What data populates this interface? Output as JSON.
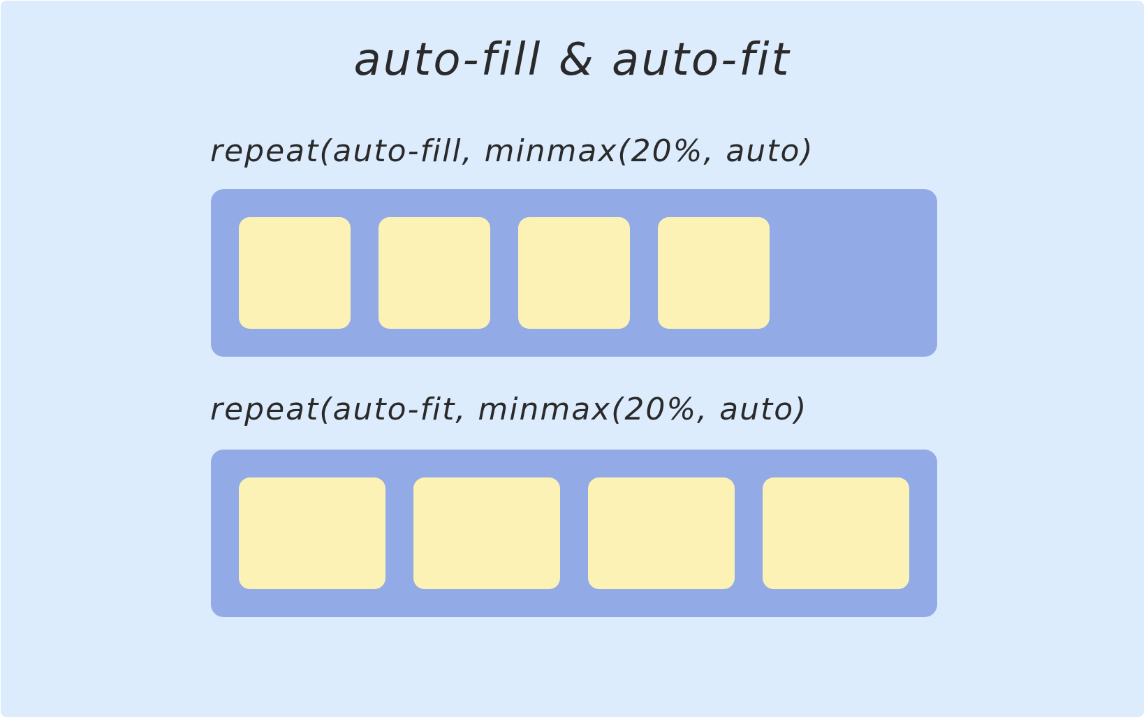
{
  "title": "auto-fill & auto-fit",
  "sections": [
    {
      "label": "repeat(auto-fill, minmax(20%, auto)",
      "items": 4
    },
    {
      "label": "repeat(auto-fit, minmax(20%, auto)",
      "items": 4
    }
  ],
  "colors": {
    "background": "#dcecfd",
    "container": "#92abe6",
    "item": "#fcf2b6",
    "text": "#2a2a2a"
  }
}
